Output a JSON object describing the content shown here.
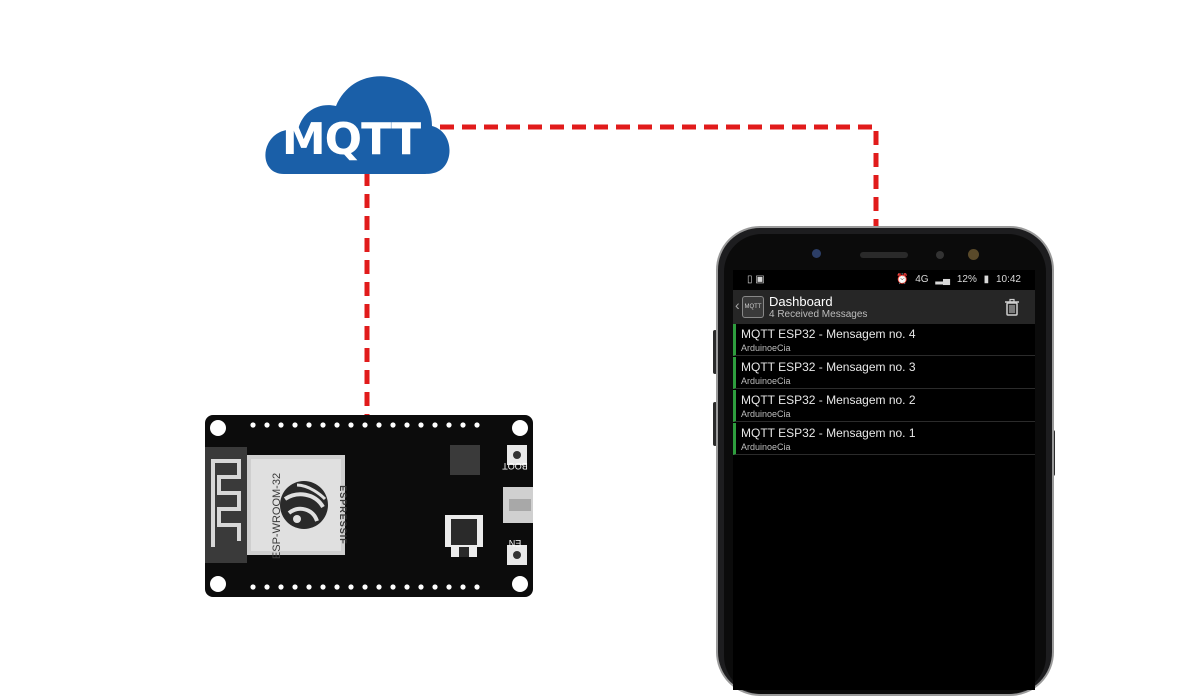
{
  "cloud": {
    "label": "MQTT",
    "color": "#1a5fa8"
  },
  "links": {
    "color": "#e11b1b"
  },
  "board": {
    "module_label": "ESP-WROOM-32",
    "brand_label": "ESPRESSIF",
    "boot_label": "BOOT",
    "en_label": "EN"
  },
  "phone": {
    "status": {
      "battery": "12%",
      "time": "10:42",
      "network": "4G"
    },
    "app": {
      "title": "Dashboard",
      "subtitle": "4 Received Messages",
      "icon_text": "MQTT",
      "accent": "#2e9e3e"
    },
    "messages": [
      {
        "title": "MQTT ESP32 - Mensagem no. 4",
        "topic": "ArduinoeCia"
      },
      {
        "title": "MQTT ESP32 - Mensagem no. 3",
        "topic": "ArduinoeCia"
      },
      {
        "title": "MQTT ESP32 - Mensagem no. 2",
        "topic": "ArduinoeCia"
      },
      {
        "title": "MQTT ESP32 - Mensagem no. 1",
        "topic": "ArduinoeCia"
      }
    ]
  }
}
